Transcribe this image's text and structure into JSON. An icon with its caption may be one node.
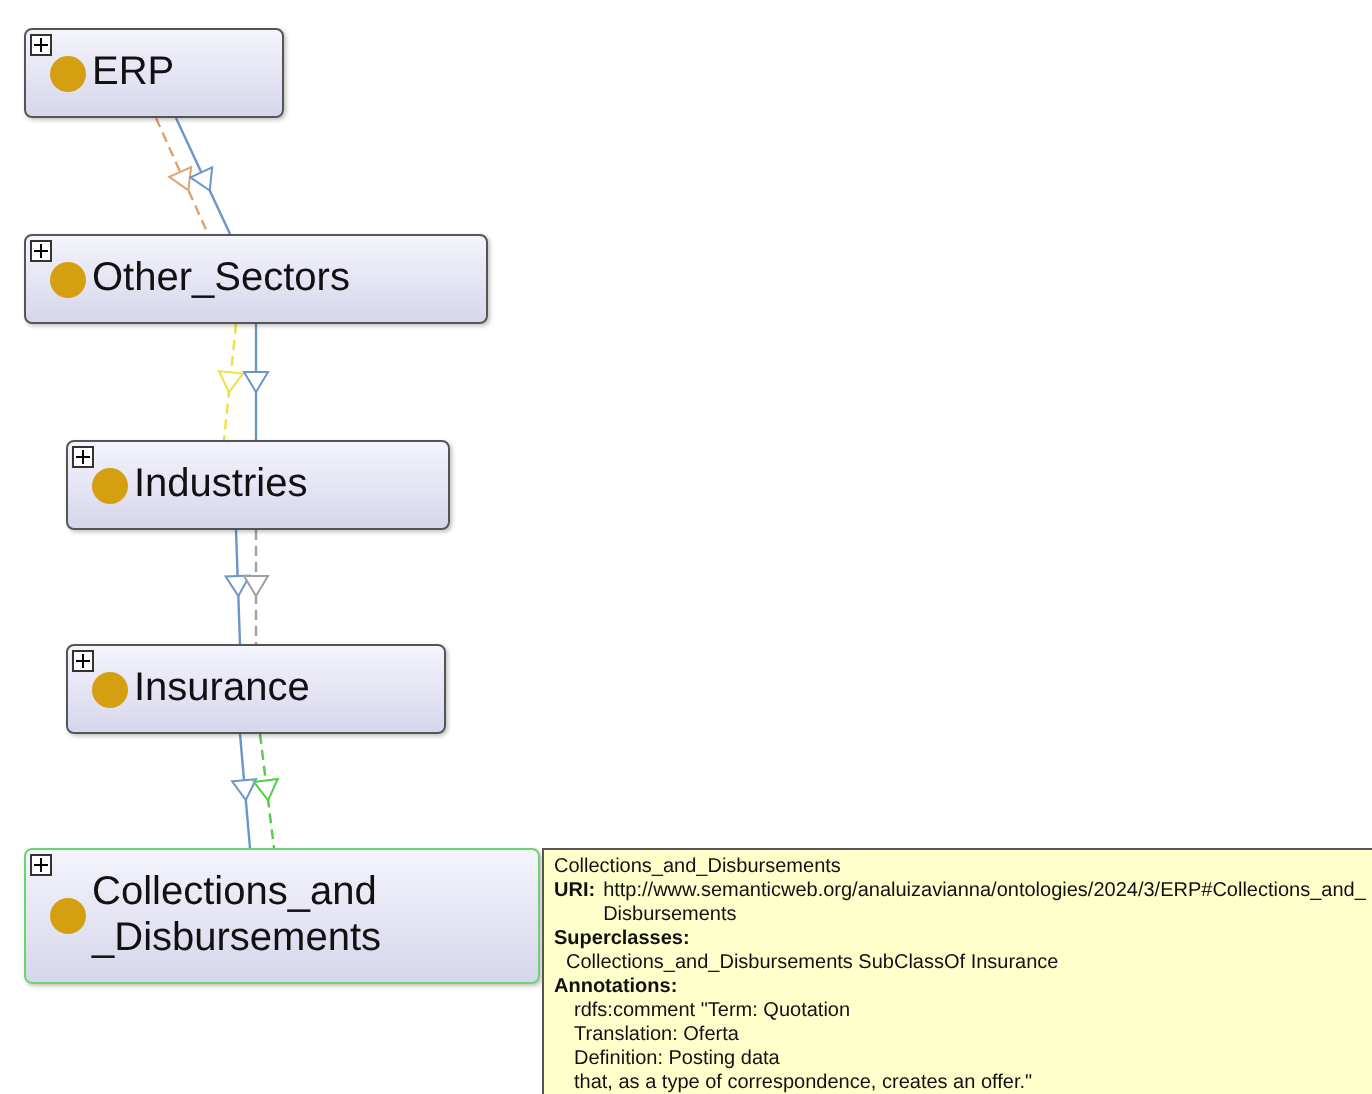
{
  "diagram": {
    "nodes": [
      {
        "text": [
          "ERP"
        ]
      },
      {
        "text": [
          "Other_Sectors"
        ]
      },
      {
        "text": [
          "Industries"
        ]
      },
      {
        "text": [
          "Insurance"
        ]
      },
      {
        "text": [
          "Collections_and _Disbursements"
        ]
      }
    ],
    "edges": [
      {
        "from": 0,
        "to": 1,
        "arrow": "to",
        "style": "dashed",
        "color": "#e0a070"
      },
      {
        "from": 0,
        "to": 1,
        "arrow": "to"
      },
      {
        "from": 1,
        "to": 2,
        "arrow": "to",
        "style": "dashed",
        "color": "#f0e040"
      },
      {
        "from": 1,
        "to": 2,
        "arrow": "to"
      },
      {
        "from": 2,
        "to": 3,
        "arrow": "to"
      },
      {
        "from": 2,
        "to": 3,
        "arrow": "to",
        "style": "dashed",
        "color": "#a0a0a0"
      },
      {
        "from": 3,
        "to": 4,
        "arrow": "to"
      },
      {
        "from": 3,
        "to": 4,
        "arrow": "to",
        "style": "dashed",
        "color": "#50d040"
      }
    ],
    "labels": [
      "Collections_and_Disbursements",
      "URI:",
      "http://www.semanticweb.org/analuizavianna/ontologies/2024/3/ERP#Collections_and_Disbursements",
      "Superclasses:",
      "Collections_and_Disbursements SubClassOf Insurance",
      "Annotations:",
      "rdfs:comment \"Term: Quotation",
      "Translation: Oferta",
      "Definition: Posting data",
      "that, as a type of correspondence, creates an offer.\""
    ]
  }
}
